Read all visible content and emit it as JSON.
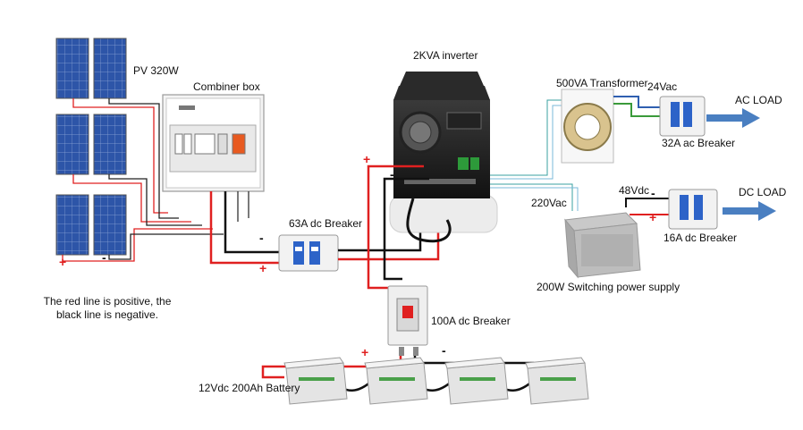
{
  "labels": {
    "pv": "PV 320W",
    "combiner": "Combiner box",
    "inverter": "2KVA inverter",
    "transformer": "500VA Transformer",
    "ac24": "24Vac",
    "ac_load": "AC LOAD",
    "ac_breaker": "32A ac Breaker",
    "dc48": "48Vdc",
    "dc_load": "DC LOAD",
    "ac220": "220Vac",
    "dc_breaker_16": "16A dc Breaker",
    "dc_breaker_63": "63A dc Breaker",
    "psu": "200W Switching power supply",
    "dc_breaker_100": "100A dc Breaker",
    "battery": "12Vdc 200Ah Battery"
  },
  "note": {
    "line1": "The red line is positive, the",
    "line2": "black line is negative."
  },
  "polarity": {
    "positive": "+",
    "negative": "-"
  },
  "colors": {
    "positive_wire": "#e02020",
    "negative_wire": "#111111",
    "ac_wire_green": "#3a9a3a",
    "ac_wire_blue": "#2f5fb0",
    "arrow": "#4a7fc1",
    "panel": "#2b4d9c"
  }
}
